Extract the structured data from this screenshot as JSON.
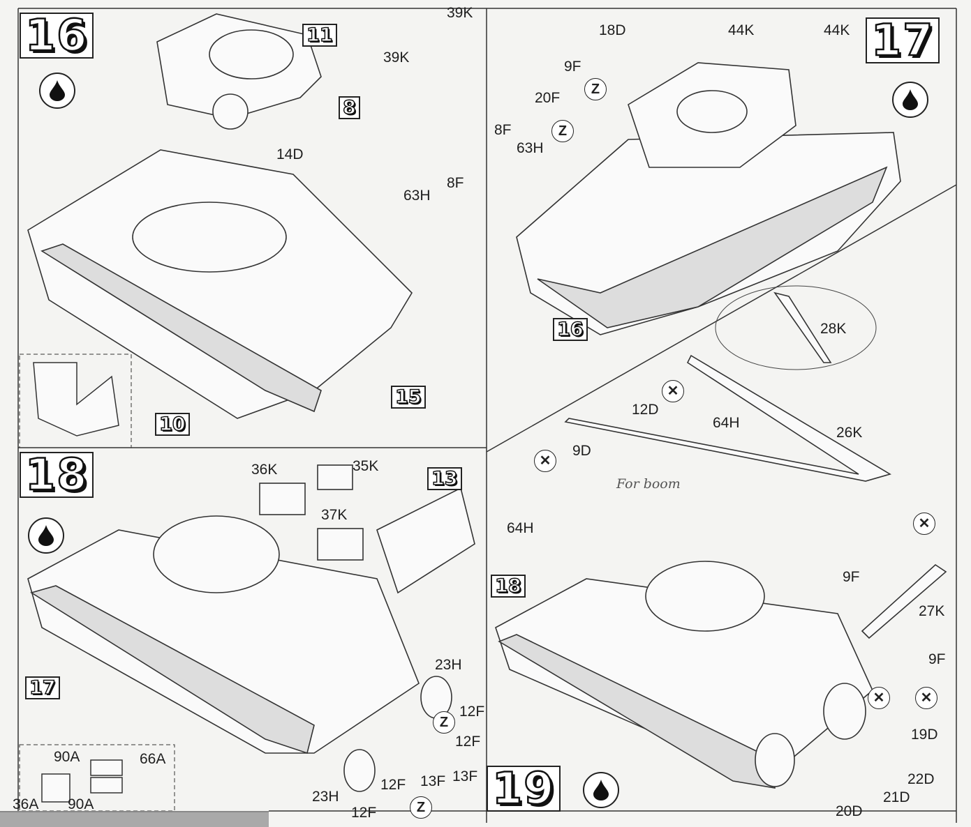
{
  "steps": {
    "s16": "16",
    "s17": "17",
    "s18": "18",
    "s19": "19"
  },
  "refs": {
    "r11": "11",
    "r8": "8",
    "r15": "15",
    "r10": "10",
    "r16": "16",
    "r13": "13",
    "r17": "17",
    "r18": "18"
  },
  "glue_symbol": "glue-drop",
  "cement_symbol": "Z",
  "step16_labels": [
    "39K",
    "39K",
    "14D",
    "63H",
    "8F"
  ],
  "step17_labels": [
    "18D",
    "44K",
    "44K",
    "9F",
    "20F",
    "8F",
    "63H"
  ],
  "step18_labels": [
    "36K",
    "35K",
    "37K",
    "23H",
    "12F",
    "12F",
    "13F",
    "13F",
    "23H",
    "12F",
    "12F"
  ],
  "step18_inset_labels": [
    "90A",
    "66A",
    "36A",
    "90A"
  ],
  "step19_labels": [
    "28K",
    "12D",
    "64H",
    "26K",
    "9D",
    "64H",
    "9F",
    "27K",
    "9F",
    "19D",
    "22D",
    "21D",
    "20D"
  ],
  "handwritten_note": "For boom"
}
